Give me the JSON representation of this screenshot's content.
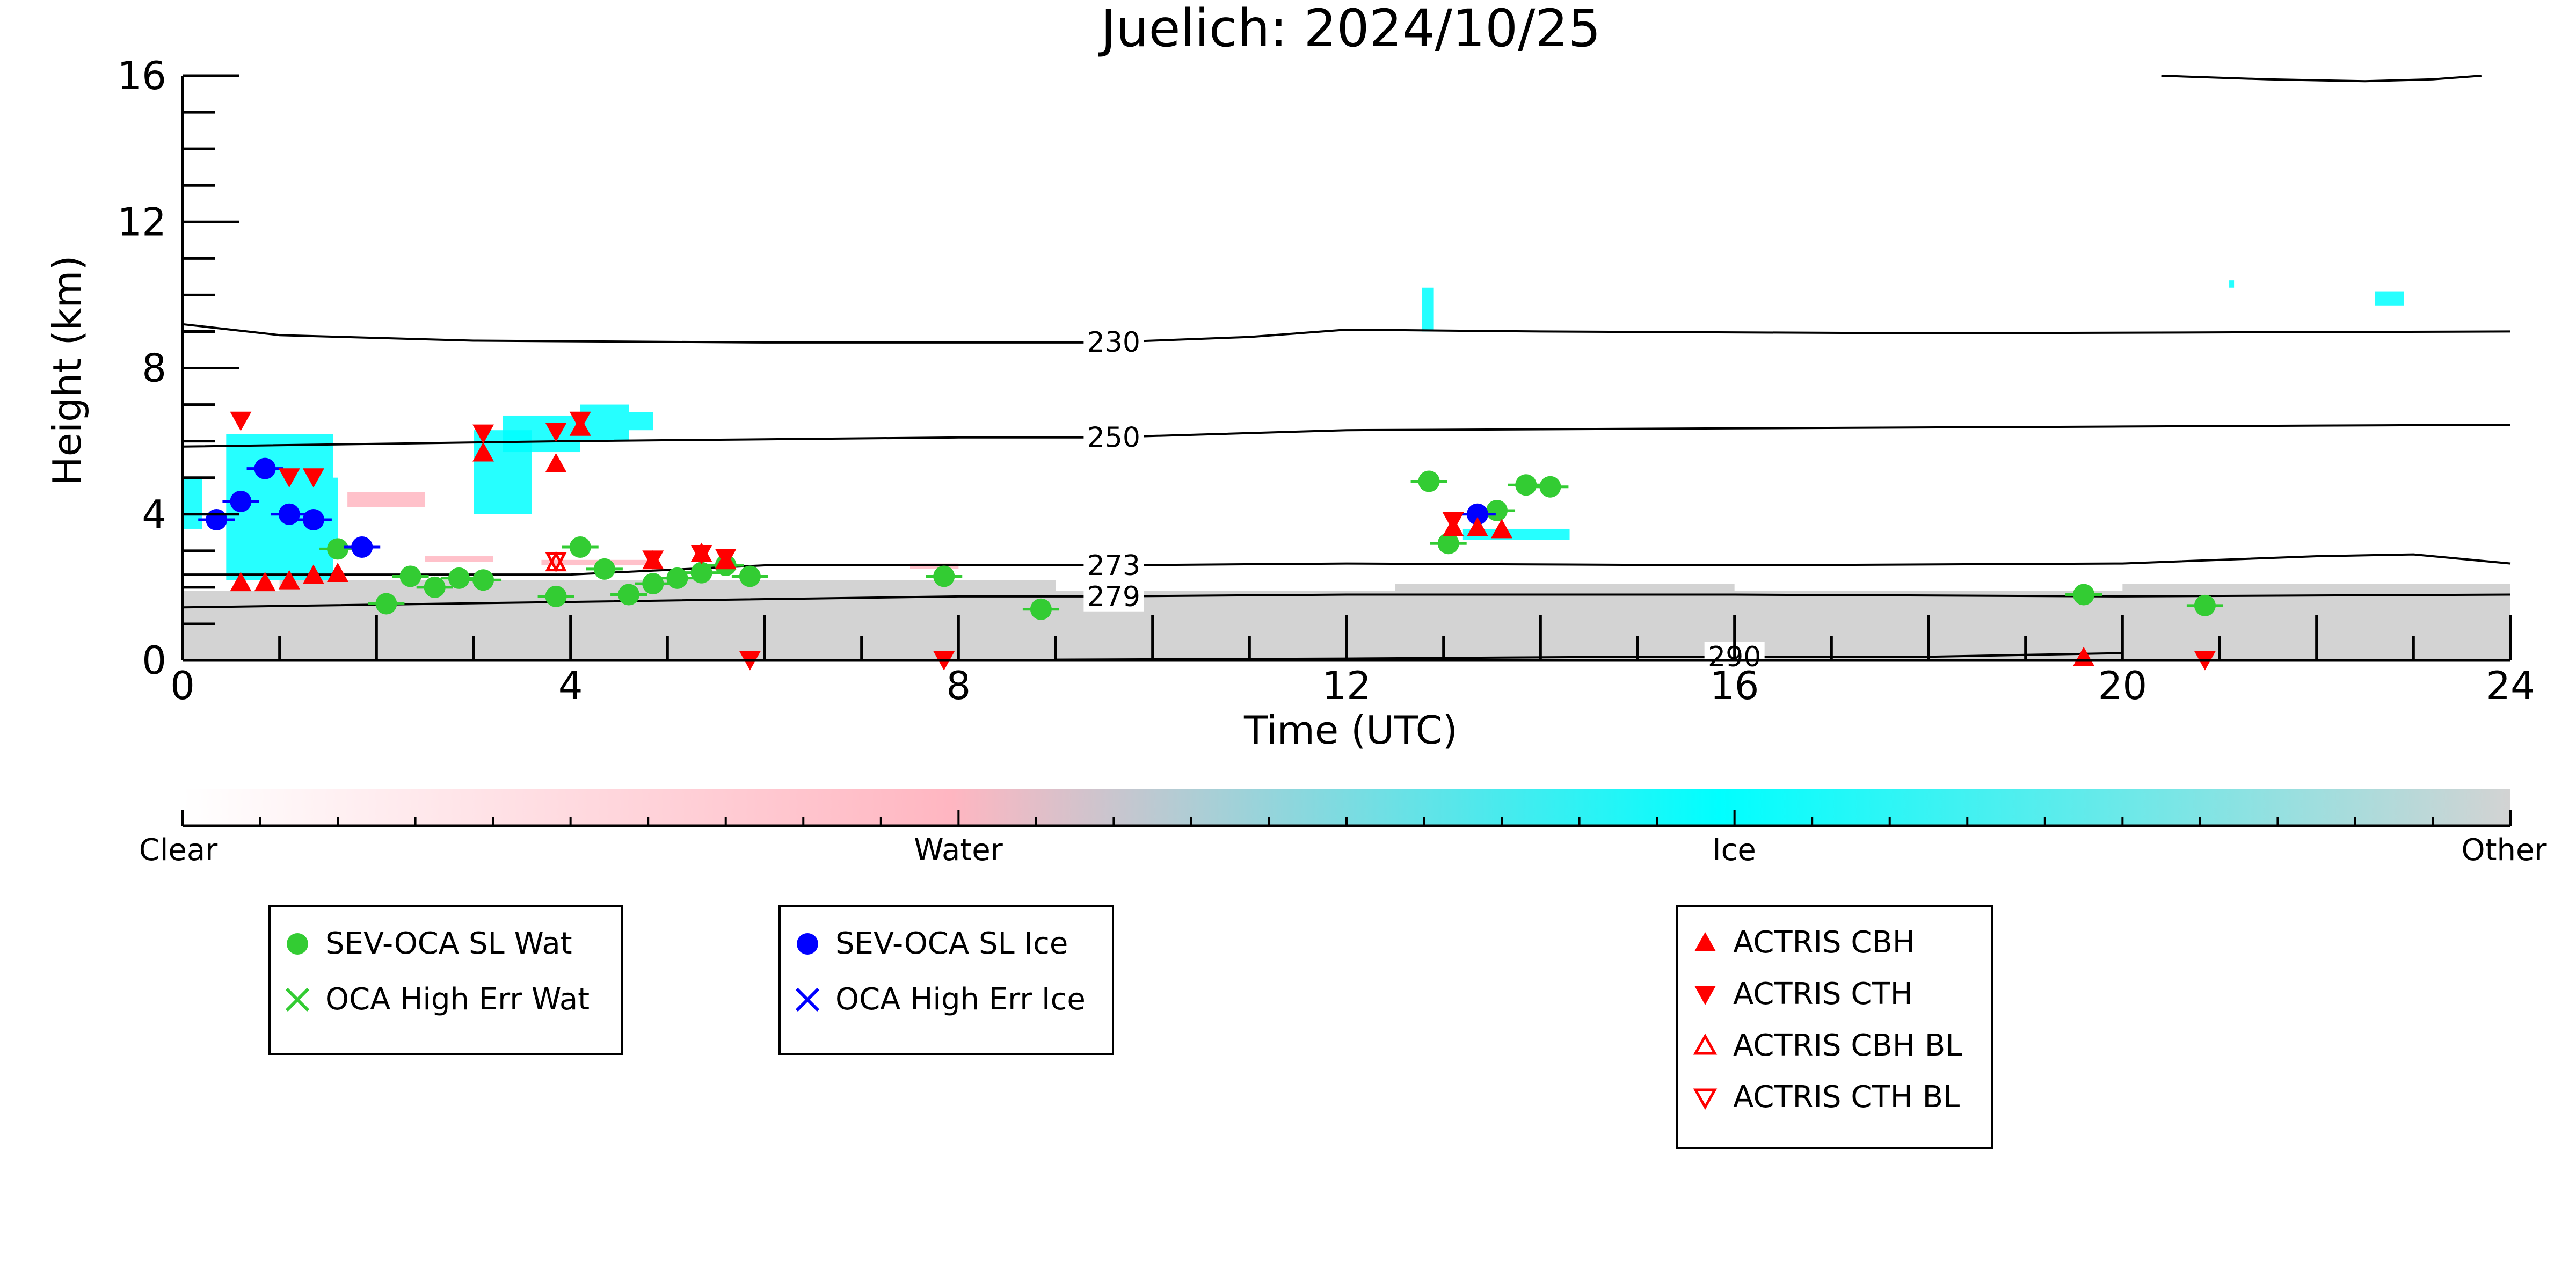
{
  "chart_data": {
    "type": "scatter",
    "title": "Juelich: 2024/10/25",
    "xlabel": "Time (UTC)",
    "ylabel": "Height (km)",
    "xlim": [
      0,
      24
    ],
    "ylim": [
      0,
      16
    ],
    "xticks": [
      "0",
      "4",
      "8",
      "12",
      "16",
      "20",
      "24"
    ],
    "yticks": [
      "0",
      "4",
      "8",
      "12",
      "16"
    ],
    "colorbar": {
      "labels": [
        "Clear",
        "Water",
        "Ice",
        "Other"
      ],
      "colors": [
        "#ffffff",
        "#ffb6c1",
        "#00ffff",
        "#d3d3d3"
      ]
    },
    "contours": [
      {
        "label": "230",
        "label_x": 9.6,
        "points": [
          [
            0,
            9.2
          ],
          [
            1,
            8.9
          ],
          [
            3,
            8.75
          ],
          [
            6,
            8.7
          ],
          [
            9.5,
            8.7
          ],
          [
            11,
            8.85
          ],
          [
            12,
            9.05
          ],
          [
            14,
            9.0
          ],
          [
            18,
            8.95
          ],
          [
            24,
            9.0
          ]
        ]
      },
      {
        "label": "250",
        "label_x": 9.6,
        "points": [
          [
            0,
            5.85
          ],
          [
            4,
            6.0
          ],
          [
            8,
            6.1
          ],
          [
            9.5,
            6.1
          ],
          [
            12,
            6.3
          ],
          [
            16,
            6.35
          ],
          [
            20,
            6.4
          ],
          [
            24,
            6.45
          ]
        ]
      },
      {
        "label": "273",
        "label_x": 9.6,
        "points": [
          [
            0,
            2.35
          ],
          [
            4,
            2.35
          ],
          [
            6,
            2.6
          ],
          [
            9.5,
            2.6
          ],
          [
            12,
            2.65
          ],
          [
            16,
            2.6
          ],
          [
            20,
            2.65
          ],
          [
            22,
            2.85
          ],
          [
            23,
            2.9
          ],
          [
            24,
            2.65
          ]
        ]
      },
      {
        "label": "279",
        "label_x": 9.6,
        "points": [
          [
            0,
            1.45
          ],
          [
            4,
            1.6
          ],
          [
            8,
            1.75
          ],
          [
            9.5,
            1.75
          ],
          [
            12,
            1.8
          ],
          [
            16,
            1.8
          ],
          [
            20,
            1.75
          ],
          [
            24,
            1.8
          ]
        ]
      },
      {
        "label": "290",
        "label_x": 16.0,
        "points": [
          [
            9,
            0.02
          ],
          [
            12,
            0.05
          ],
          [
            15,
            0.1
          ],
          [
            18,
            0.1
          ],
          [
            19,
            0.15
          ],
          [
            20,
            0.2
          ]
        ]
      },
      {
        "label": "",
        "label_x": null,
        "points": [
          [
            20.4,
            16.0
          ],
          [
            21.5,
            15.9
          ],
          [
            22.5,
            15.85
          ],
          [
            23.2,
            15.9
          ],
          [
            23.7,
            16.0
          ]
        ]
      }
    ],
    "series": [
      {
        "name": "SEV-OCA SL Wat",
        "marker": "circle",
        "color": "#33cc33",
        "points": [
          [
            1.6,
            3.05
          ],
          [
            2.1,
            1.55
          ],
          [
            2.35,
            2.3
          ],
          [
            2.6,
            2.0
          ],
          [
            2.85,
            2.25
          ],
          [
            3.1,
            2.2
          ],
          [
            3.85,
            1.75
          ],
          [
            4.1,
            3.1
          ],
          [
            4.35,
            2.5
          ],
          [
            4.6,
            1.8
          ],
          [
            4.85,
            2.1
          ],
          [
            5.1,
            2.25
          ],
          [
            5.35,
            2.4
          ],
          [
            5.6,
            2.6
          ],
          [
            5.85,
            2.3
          ],
          [
            7.85,
            2.3
          ],
          [
            8.85,
            1.4
          ],
          [
            12.85,
            4.9
          ],
          [
            13.05,
            3.2
          ],
          [
            13.55,
            4.1
          ],
          [
            13.85,
            4.8
          ],
          [
            14.1,
            4.75
          ],
          [
            19.6,
            1.8
          ],
          [
            20.85,
            1.5
          ]
        ]
      },
      {
        "name": "SEV-OCA SL Ice",
        "marker": "circle",
        "color": "#0000ff",
        "points": [
          [
            0.35,
            3.85
          ],
          [
            0.6,
            4.35
          ],
          [
            0.85,
            5.25
          ],
          [
            1.1,
            4.0
          ],
          [
            1.35,
            3.85
          ],
          [
            1.85,
            3.1
          ],
          [
            13.35,
            4.0
          ]
        ]
      },
      {
        "name": "ACTRIS CBH",
        "marker": "triangle-up",
        "color": "#ff0000",
        "points": [
          [
            0.6,
            2.1
          ],
          [
            0.85,
            2.1
          ],
          [
            1.1,
            2.15
          ],
          [
            1.35,
            2.3
          ],
          [
            1.6,
            2.35
          ],
          [
            3.1,
            5.65
          ],
          [
            3.85,
            5.35
          ],
          [
            4.1,
            6.35
          ],
          [
            4.85,
            2.7
          ],
          [
            5.35,
            2.9
          ],
          [
            5.6,
            2.7
          ],
          [
            13.1,
            3.6
          ],
          [
            13.35,
            3.6
          ],
          [
            13.6,
            3.55
          ],
          [
            19.6,
            0.05
          ]
        ]
      },
      {
        "name": "ACTRIS CTH",
        "marker": "triangle-down",
        "color": "#ff0000",
        "points": [
          [
            0.6,
            6.6
          ],
          [
            1.1,
            5.05
          ],
          [
            1.35,
            5.05
          ],
          [
            3.1,
            6.25
          ],
          [
            3.85,
            6.3
          ],
          [
            4.1,
            6.6
          ],
          [
            4.85,
            2.8
          ],
          [
            5.35,
            2.95
          ],
          [
            5.6,
            2.85
          ],
          [
            5.85,
            0.05
          ],
          [
            7.85,
            0.05
          ],
          [
            13.1,
            3.85
          ],
          [
            20.85,
            0.05
          ]
        ]
      },
      {
        "name": "ACTRIS CBH BL",
        "marker": "triangle-up-open",
        "color": "#ff0000",
        "points": [
          [
            3.85,
            2.65
          ]
        ]
      },
      {
        "name": "ACTRIS CTH BL",
        "marker": "triangle-down-open",
        "color": "#ff0000",
        "points": [
          [
            3.85,
            2.75
          ]
        ]
      },
      {
        "name": "OCA High Err Wat",
        "marker": "x",
        "color": "#33cc33",
        "points": []
      },
      {
        "name": "OCA High Err Ice",
        "marker": "x",
        "color": "#0000ff",
        "points": []
      }
    ],
    "cloud_regions": [
      {
        "class": "Other",
        "color": "#d3d3d3",
        "boxes": [
          [
            0,
            0,
            24,
            1.9
          ],
          [
            1,
            1.9,
            9,
            2.2
          ],
          [
            12.5,
            1.9,
            16,
            2.1
          ],
          [
            20,
            1.9,
            24,
            2.1
          ]
        ]
      },
      {
        "class": "Ice",
        "color": "#00ffff",
        "boxes": [
          [
            0,
            3.6,
            0.2,
            5.0
          ],
          [
            0.45,
            2.2,
            1.55,
            6.2
          ],
          [
            1.55,
            3.0,
            1.6,
            5.0
          ],
          [
            3.0,
            4.0,
            3.6,
            6.3
          ],
          [
            3.3,
            5.7,
            4.1,
            6.7
          ],
          [
            4.1,
            6.0,
            4.6,
            7.0
          ],
          [
            4.6,
            6.3,
            4.85,
            6.8
          ],
          [
            12.78,
            9.0,
            12.9,
            10.2
          ],
          [
            13.2,
            3.3,
            14.3,
            3.6
          ],
          [
            22.6,
            9.7,
            22.9,
            10.1
          ],
          [
            21.1,
            10.2,
            21.15,
            10.4
          ]
        ]
      },
      {
        "class": "Water",
        "color": "#ffb6c1",
        "boxes": [
          [
            1.7,
            4.2,
            2.5,
            4.6
          ],
          [
            2.5,
            2.7,
            3.2,
            2.85
          ],
          [
            3.7,
            2.6,
            4.8,
            2.75
          ],
          [
            7.5,
            2.5,
            8.0,
            2.65
          ]
        ]
      }
    ],
    "legends": [
      {
        "entries": [
          "SEV-OCA SL Wat",
          "OCA High Err Wat"
        ]
      },
      {
        "entries": [
          "SEV-OCA SL Ice",
          "OCA High Err Ice"
        ]
      },
      {
        "entries": [
          "ACTRIS CBH",
          "ACTRIS CTH",
          "ACTRIS CBH BL",
          "ACTRIS CTH BL"
        ]
      }
    ]
  }
}
